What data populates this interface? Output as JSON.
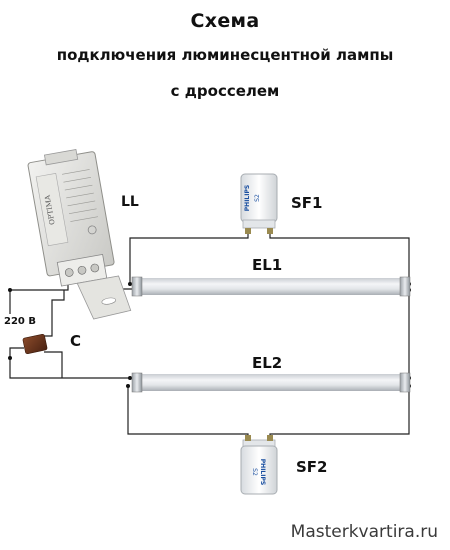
{
  "header": {
    "title": "Схема",
    "subtitle_line1": "подключения люминесцентной лампы",
    "subtitle_line2": "с дросселем"
  },
  "labels": {
    "ballast": "LL",
    "starter1": "SF1",
    "starter2": "SF2",
    "lamp1": "EL1",
    "lamp2": "EL2",
    "capacitor": "C",
    "voltage": "220 В"
  },
  "ballast_brand": "OPTIMA",
  "starter_brand": "PHILIPS",
  "starter_model": "S2",
  "watermark": "Masterkvartira.ru"
}
